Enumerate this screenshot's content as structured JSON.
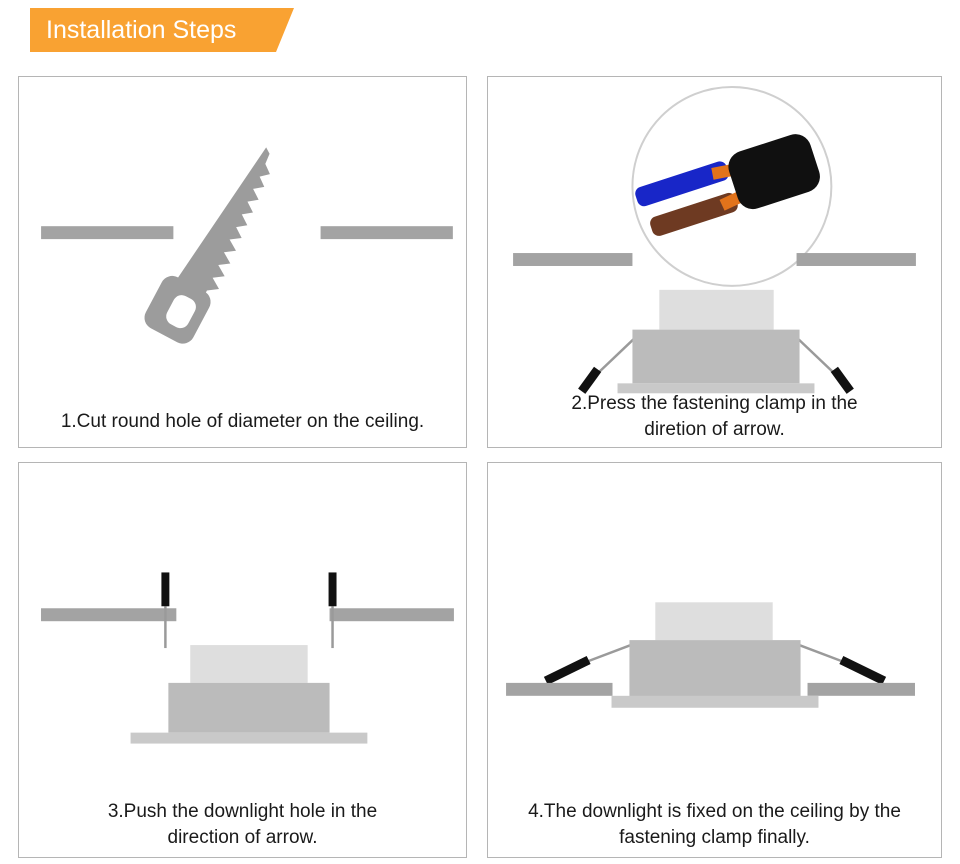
{
  "header": {
    "title": "Installation Steps"
  },
  "colors": {
    "accent_orange": "#F9A232",
    "ceiling_gray": "#A3A3A3",
    "saw_gray": "#9C9C9C",
    "fixture_gray": "#BBBBBB",
    "driver_gray": "#DEDEDE",
    "flange_gray": "#C9C9C9",
    "clamp_black": "#111111",
    "clamp_wire_gray": "#9A9A9A",
    "wire_blue": "#1826C8",
    "wire_brown": "#6E3A22",
    "wire_copper": "#E2731B",
    "circle_stroke": "#CFCFCF"
  },
  "panels": [
    {
      "step": 1,
      "caption": "1.Cut round hole of diameter on the ceiling.",
      "illustration": "saw-cutting-hole-in-ceiling"
    },
    {
      "step": 2,
      "caption": "2.Press the fastening clamp in the diretion of arrow.",
      "illustration": "cable-closeup-and-clamps-pressed"
    },
    {
      "step": 3,
      "caption": "3.Push the downlight hole in the direction of arrow.",
      "illustration": "downlight-pushed-into-hole"
    },
    {
      "step": 4,
      "caption": "4.The downlight is fixed on the ceiling by the fastening clamp finally.",
      "illustration": "downlight-fixed-on-ceiling"
    }
  ]
}
